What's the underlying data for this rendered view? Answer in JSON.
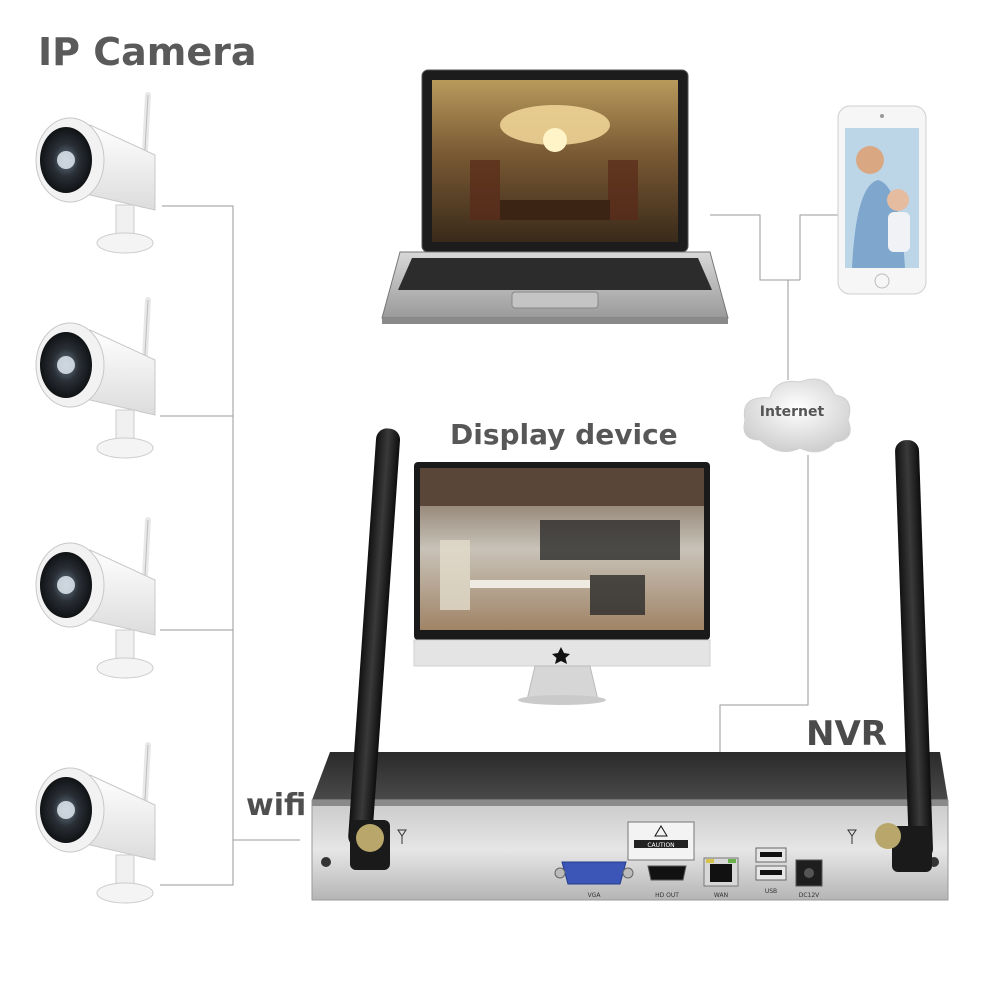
{
  "title": "IP Camera",
  "display_label": "Display device",
  "nvr_label": "NVR",
  "wifi_label": "wifi",
  "internet_label": "Internet",
  "nvr_ports": {
    "vga": "VGA",
    "hdmi": "HD OUT",
    "wan": "WAN",
    "usb": "USB",
    "power": "DC12V",
    "caution": "CAUTION"
  }
}
